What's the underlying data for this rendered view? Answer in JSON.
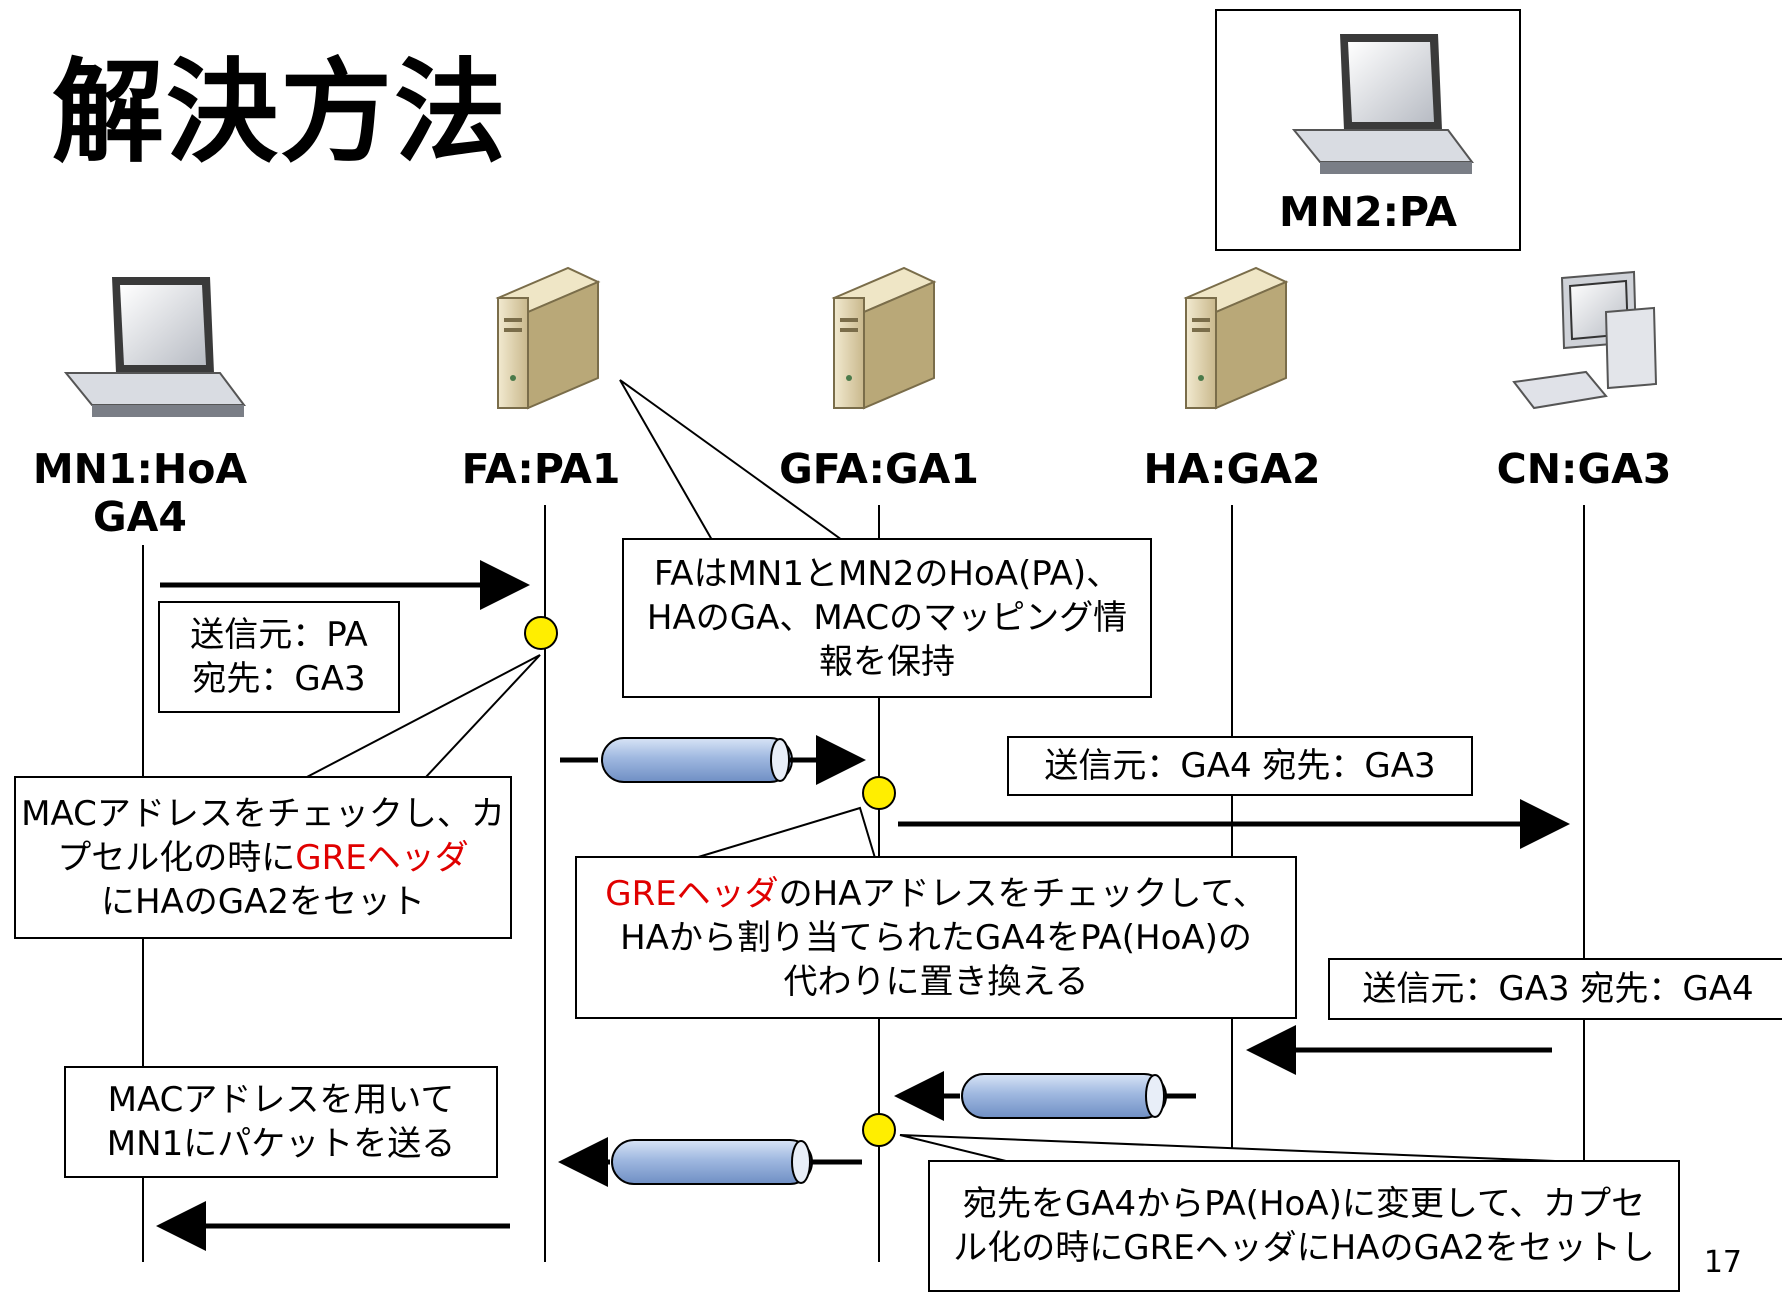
{
  "title": "解決方法",
  "page_number": "17",
  "mn2_label": "MN2:PA",
  "nodes": [
    {
      "id": "mn1",
      "line1": "MN1:HoA",
      "line2": "GA4"
    },
    {
      "id": "fa",
      "line1": "FA:PA1"
    },
    {
      "id": "gfa",
      "line1": "GFA:GA1"
    },
    {
      "id": "ha",
      "line1": "HA:GA2"
    },
    {
      "id": "cn",
      "line1": "CN:GA3"
    }
  ],
  "boxes": {
    "src_dst_1": {
      "line1": "送信元：PA",
      "line2": "宛先：GA3"
    },
    "fa_mapping": {
      "line1": "FAはMN1とMN2のHoA(PA)、",
      "line2": "HAのGA、MACのマッピング情",
      "line3": "報を保持"
    },
    "src_dst_2": {
      "text": "送信元：GA4 宛先：GA3"
    },
    "mac_check": {
      "line1": "MACアドレスをチェックし、カ",
      "line2_a": "プセル化の時に",
      "line2_red": "GREヘッダ",
      "line3": "にHAのGA2をセット"
    },
    "gre_check": {
      "line1_red": "GREヘッダ",
      "line1_b": "のHAアドレスをチェックして、",
      "line2": "HAから割り当てられたGA4をPA(HoA)の",
      "line3": "代わりに置き換える"
    },
    "src_dst_3": {
      "text": "送信元：GA3 宛先：GA4"
    },
    "mac_send": {
      "line1": "MACアドレスを用いて",
      "line2": "MN1にパケットを送る"
    },
    "dst_change": {
      "line1": "宛先をGA4からPA(HoA)に変更して、カプセ",
      "line2": "ル化の時にGREヘッダにHAのGA2をセットし"
    }
  },
  "colors": {
    "accent_red": "#e00000",
    "tunnel_fill": "#9fb8e0",
    "marker_yellow": "#ffee00"
  }
}
